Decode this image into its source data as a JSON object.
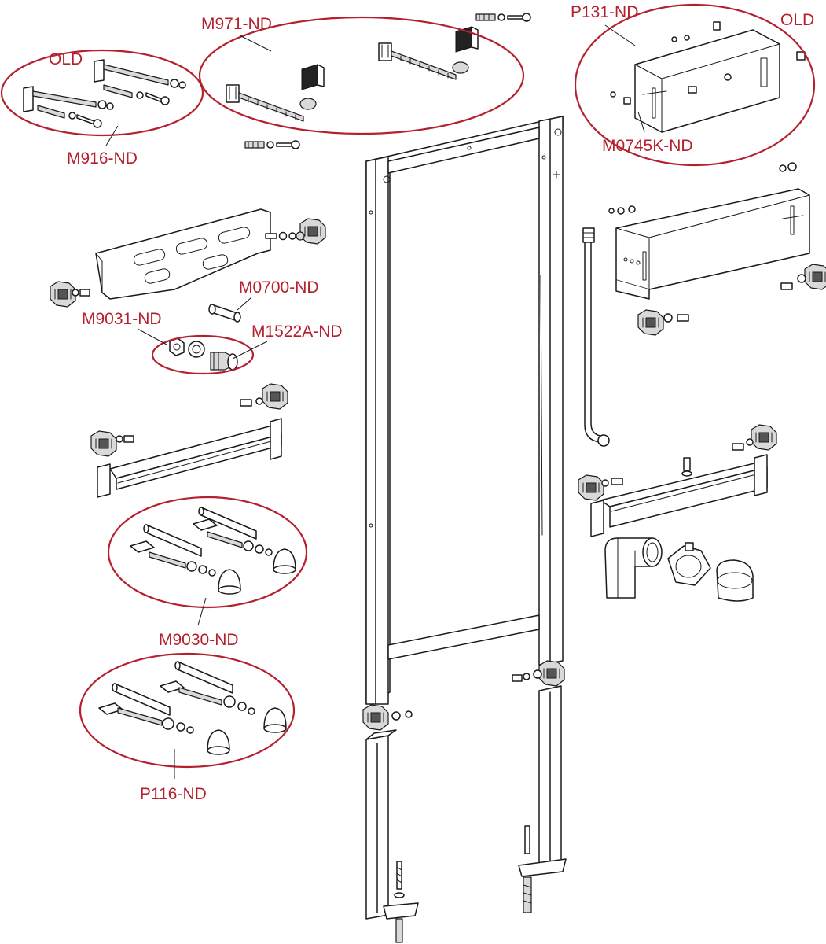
{
  "labels": {
    "m971": "M971-ND",
    "p131": "P131-ND",
    "old_left": "OLD",
    "old_right": "OLD",
    "m916": "M916-ND",
    "m0745k": "M0745K-ND",
    "m0700": "M0700-ND",
    "m9031": "M9031-ND",
    "m1522a": "M1522A-ND",
    "m9030": "M9030-ND",
    "p116": "P116-ND"
  },
  "colors": {
    "label": "#b5202e",
    "line": "#1a1a1a",
    "part_fill": "#d9d9d9"
  }
}
